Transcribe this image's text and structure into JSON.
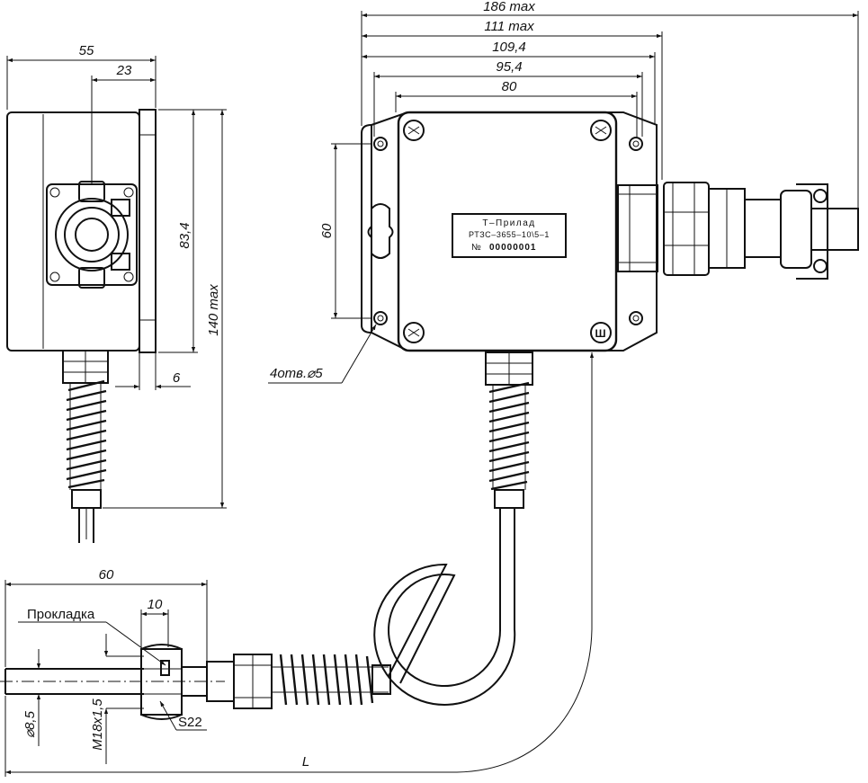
{
  "dimensions": {
    "overall_length": "186 max",
    "length_to_connector": "111 max",
    "body_width": "109,4",
    "mount_holes_outer": "95,4",
    "mount_holes_inner": "80",
    "mount_holes_vertical": "60",
    "side_depth": "55",
    "side_connector_offset": "23",
    "side_height": "83,4",
    "side_total_height": "140 max",
    "flange_thickness": "6",
    "probe_length": "60",
    "nut_length": "10",
    "probe_diameter": "⌀8,5",
    "thread": "M18x1,5",
    "wrench_size": "S22",
    "cable_length": "L"
  },
  "annotations": {
    "holes": "4отв.⌀5",
    "gasket": "Прокладка"
  },
  "nameplate": {
    "line1": "Т–Прилад",
    "line2": "РТЗС–3655–10\\5–1",
    "number_sign": "№",
    "serial": "00000001"
  },
  "colors": {
    "line": "#111111",
    "background": "#ffffff"
  }
}
